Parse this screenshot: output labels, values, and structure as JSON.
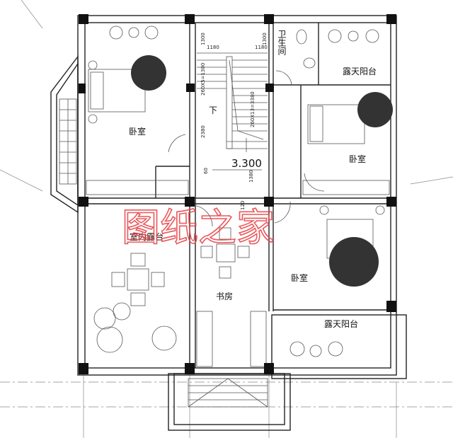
{
  "rooms": {
    "bedroom_nw": "卧室",
    "bathroom": "卫生间",
    "balcony_ne": "露天阳台",
    "bedroom_e": "卧室",
    "stair_down": "下",
    "indoor_terrace": "室内露台",
    "study": "书房",
    "bedroom_se": "卧室",
    "balcony_se": "露天阳台"
  },
  "elevation": "3.300",
  "dimensions": {
    "d1": "1300",
    "d2": "1180",
    "d3": "1180",
    "d4": "1300",
    "d5": "260X5=1300",
    "d6": "260X13=3380",
    "d7": "2380",
    "d8": "60",
    "d9": "1380",
    "d10": "120"
  },
  "watermark": "图纸之家"
}
